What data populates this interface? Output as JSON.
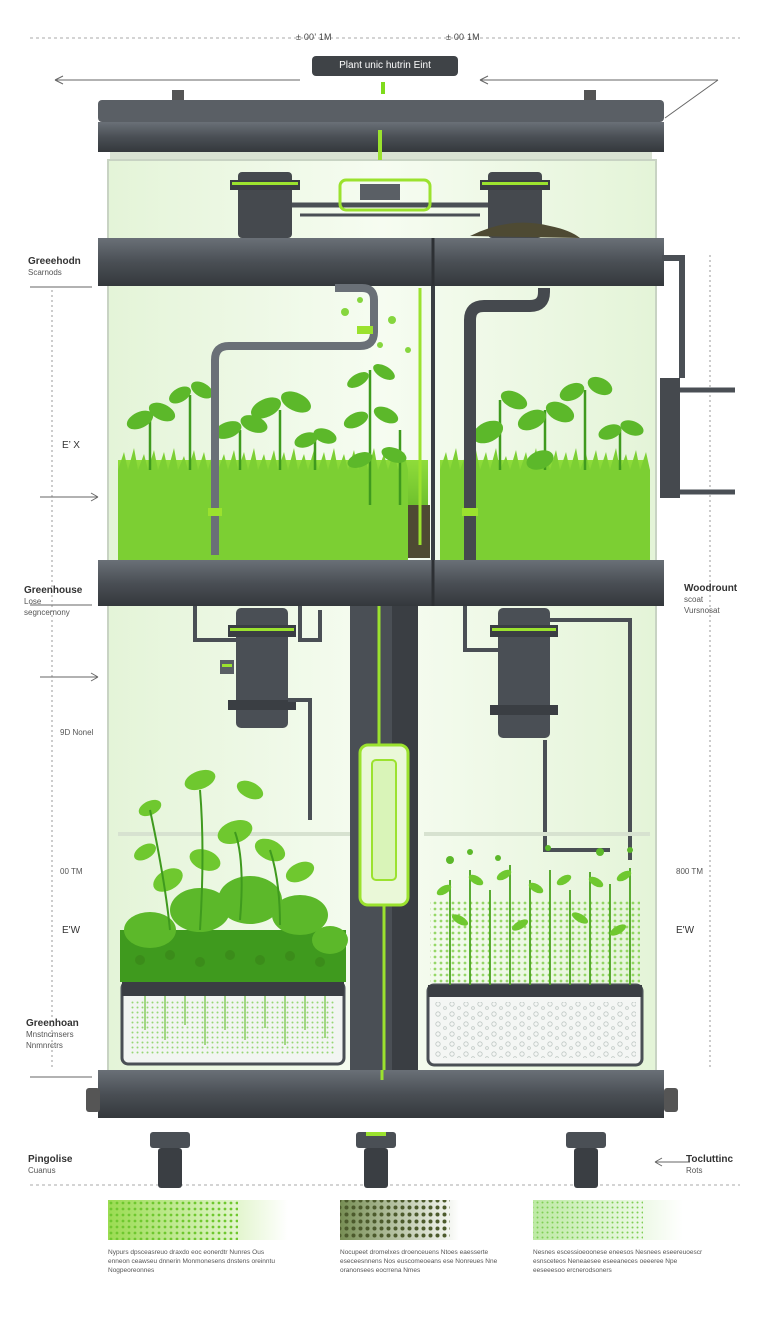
{
  "header": {
    "title": "Plant unic hutrin Eint",
    "dim_left": "± 00’ 1M",
    "dim_right": "± 00 1M"
  },
  "left_labels": [
    {
      "line1": "Greeehodn",
      "line2": "Scarnods"
    },
    {
      "line1": "E’ X",
      "line2": ""
    },
    {
      "line1": "Greenhouse",
      "line2": "Lose",
      "line3": "segncernony"
    },
    {
      "line1": "9D Nonel",
      "line2": ""
    },
    {
      "line1": "00 TM",
      "line2": ""
    },
    {
      "line1": "E'W",
      "line2": ""
    },
    {
      "line1": "Greenhoan",
      "line2": "Mnstncmsers",
      "line3": "Nnmnrctrs"
    },
    {
      "line1": "Pingolise",
      "line2": "Cuanus"
    }
  ],
  "right_labels": [
    {
      "line1": "Woodrount",
      "line2": "scoat",
      "line3": "Vursnosat"
    },
    {
      "line1": "800 TM",
      "line2": ""
    },
    {
      "line1": "E'W",
      "line2": ""
    },
    {
      "line1": "Tocluttinc",
      "line2": "Rots"
    }
  ],
  "captions": [
    {
      "text": "Nypurs dpsceasreuo draxdo eoc eonerdtr Nunres Ous enneon ceawseu dnnerin Monmonesens dnstens oreinntu Nogpeoreonnes"
    },
    {
      "text": "Nocupeet dromelxes droenceuens Ntoes eaesserte eseceesnnens Nos euscomeoeans ese Nonreues Nne oranonsees eocrrena Nmes"
    },
    {
      "text": "Nesnes escessioeoonese eneesos Nesnees eseereuoescr esnsceteos Neneaesee eseeaneces oeeeree Npe eeseeesoo ercnerodsoners"
    }
  ],
  "colors": {
    "frame": "#4a4f55",
    "frame_dark": "#3a3e43",
    "glass": "#eef8e6",
    "accent": "#9be22e",
    "leaf": "#5cb82a",
    "leaf_dark": "#3f9a1e",
    "leaf_light": "#86d63e",
    "soil": "#4e4a33"
  }
}
